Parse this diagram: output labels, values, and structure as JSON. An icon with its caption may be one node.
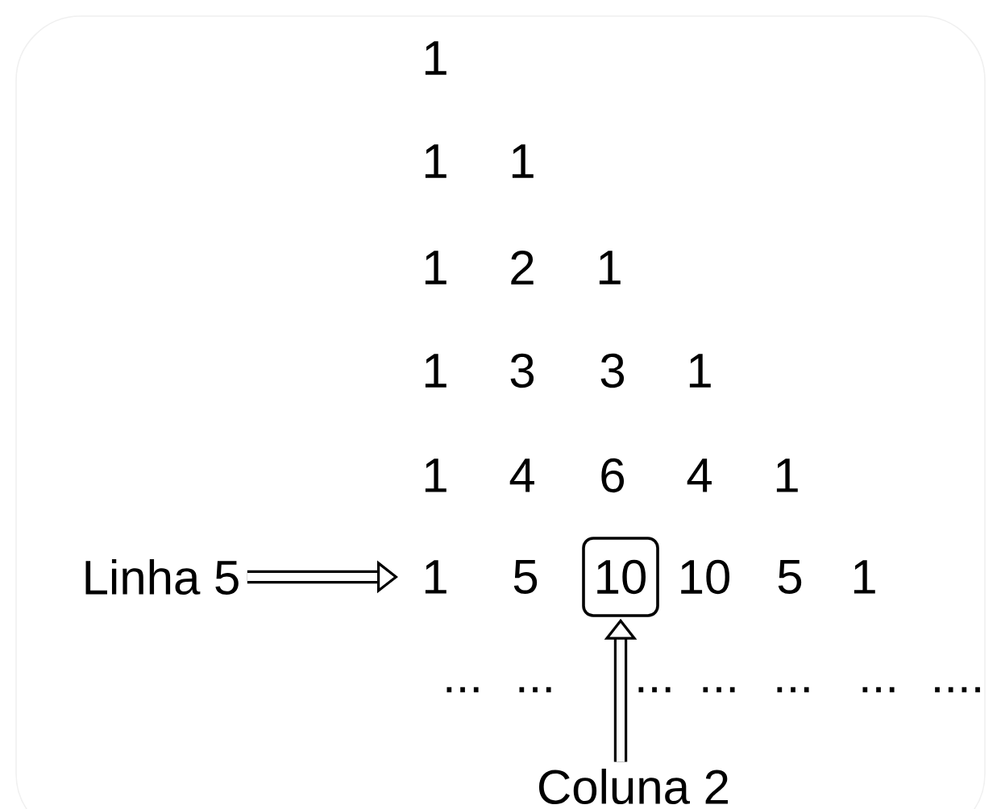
{
  "diagram": {
    "nodes": [
      {
        "text": [
          "Linha 5"
        ]
      },
      {
        "text": [
          "10"
        ]
      },
      {
        "text": [
          "Coluna 2"
        ]
      }
    ],
    "edges": [
      {
        "from": 0,
        "to": null,
        "arrow": "to"
      },
      {
        "from": 2,
        "to": 1,
        "arrow": "to"
      }
    ],
    "labels": [
      "1",
      "1",
      "1",
      "1",
      "2",
      "1",
      "1",
      "3",
      "3",
      "1",
      "1",
      "4",
      "6",
      "4",
      "1",
      "1",
      "5",
      "10",
      "5",
      "1",
      "...",
      "...",
      "...",
      "...",
      "...",
      "...",
      "...."
    ]
  }
}
